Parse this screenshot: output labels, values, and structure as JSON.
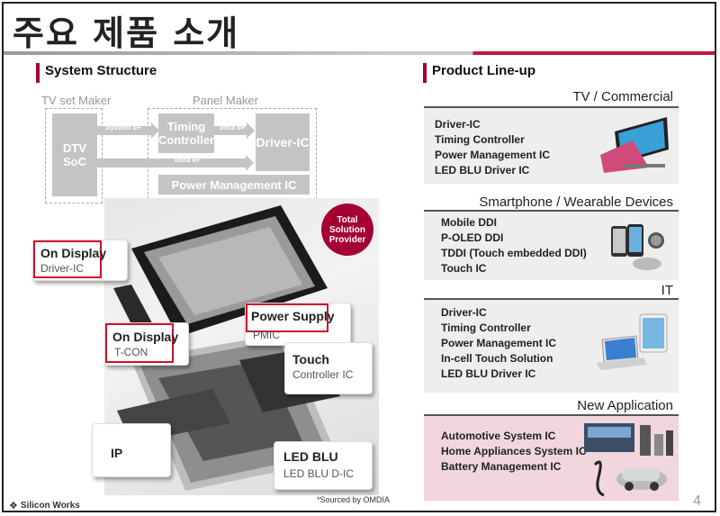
{
  "page_title": "주요 제품 소개",
  "left": {
    "heading": "System Structure",
    "tv_maker": "TV set Maker",
    "panel_maker": "Panel Maker",
    "dtv_soc": "DTV SoC",
    "system_if": "System I/F",
    "intra_if_1": "Intra I/F",
    "intra_if_2": "Intra I/F",
    "timing_controller": "Timing Controller",
    "driver_ic": "Driver-IC",
    "power_mgmt_ic": "Power Management IC",
    "badge": "Total Solution Provider",
    "callouts": {
      "on_display_driver_title": "On Display",
      "on_display_driver_sub": "Driver-IC",
      "on_display_tcon_title": "On Display",
      "on_display_tcon_sub": "T-CON",
      "power_supply_title": "Power Supply",
      "power_supply_sub": "PMIC",
      "touch_title": "Touch",
      "touch_sub": "Controller IC",
      "ip_title": "IP",
      "led_blu_title": "LED BLU",
      "led_blu_sub": "LED BLU D-IC"
    },
    "source_note": "*Sourced by OMDIA",
    "logo_text": "Silicon Works"
  },
  "right": {
    "heading": "Product Line-up",
    "categories": [
      {
        "name": "TV / Commercial",
        "items": [
          "Driver-IC",
          "Timing Controller",
          "Power Management IC",
          "LED BLU Driver IC"
        ]
      },
      {
        "name": "Smartphone / Wearable Devices",
        "items": [
          "Mobile DDI",
          "P-OLED DDI",
          "TDDI (Touch embedded DDI)",
          "Touch IC"
        ]
      },
      {
        "name": "IT",
        "items": [
          "Driver-IC",
          "Timing Controller",
          "Power Management IC",
          "In-cell Touch Solution",
          "LED BLU Driver IC"
        ]
      },
      {
        "name": "New Application",
        "items": [
          "Automotive System IC",
          "Home Appliances System IC",
          "Battery Management IC"
        ]
      }
    ]
  },
  "page_number": "4",
  "colors": {
    "accent": "#a50034",
    "highlight_box": "#d0102a",
    "new_app_bg": "#f2d6de"
  }
}
